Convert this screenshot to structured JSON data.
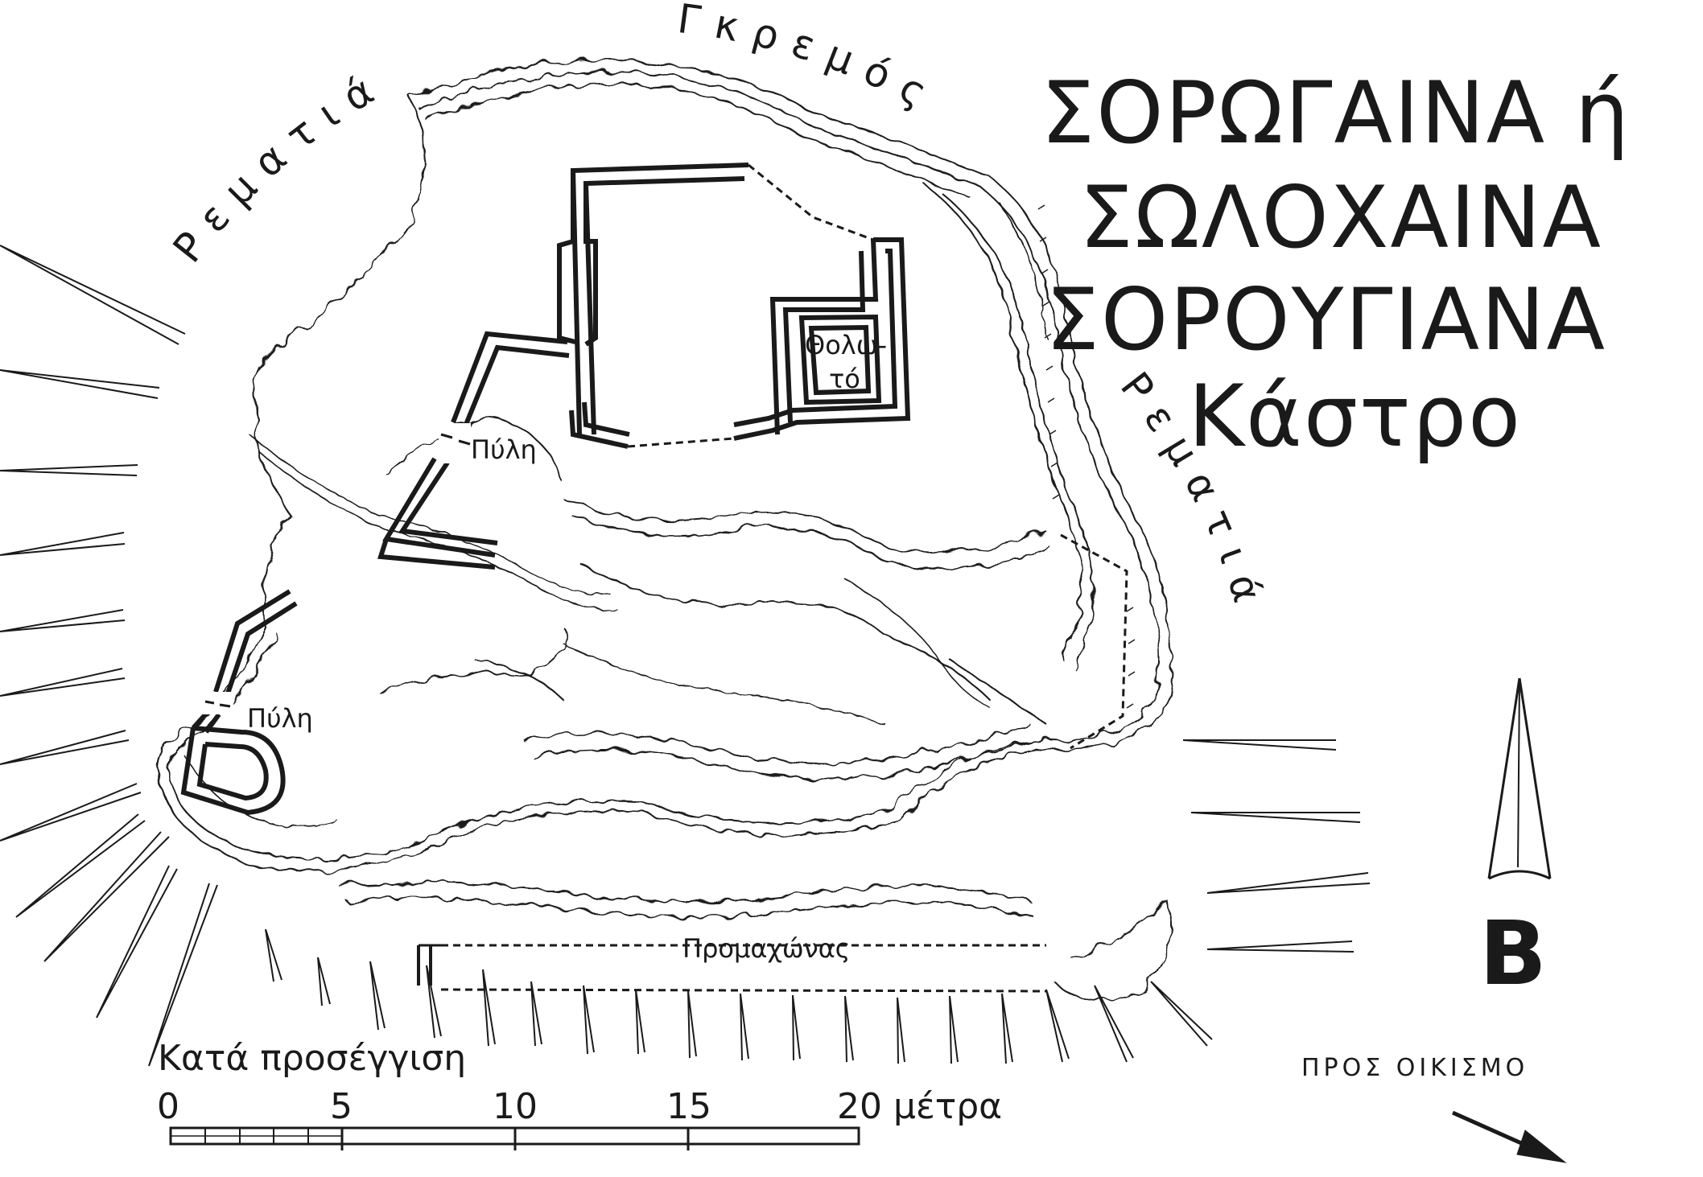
{
  "title": {
    "lines": [
      "ΣΟΡΩΓΑΙΝΑ ή",
      "ΣΩΛΟΧΑΙΝΑ",
      "ΣΟΡΟΥΓΙΑΝΑ",
      "Κάστρο"
    ]
  },
  "labels": {
    "cliff": "Γκρεμός",
    "ravine_left": "Ρεματιά",
    "ravine_right": "Ρεματιά",
    "vaulted_line1": "Θολω-",
    "vaulted_line2": "τό",
    "gate_upper": "Πύλη",
    "gate_lower": "Πύλη",
    "bastion": "Προμαχώνας"
  },
  "scale": {
    "caption": "Κατά προσέγγιση",
    "ticks": [
      "0",
      "5",
      "10",
      "15"
    ],
    "end_label": "20 μέτρα"
  },
  "north": {
    "letter": "Β"
  },
  "direction": {
    "text": "ΠΡΟΣ ΟΙΚΙΣΜΟ"
  },
  "colors": {
    "ink": "#1a1a1a",
    "paper": "#ffffff"
  }
}
